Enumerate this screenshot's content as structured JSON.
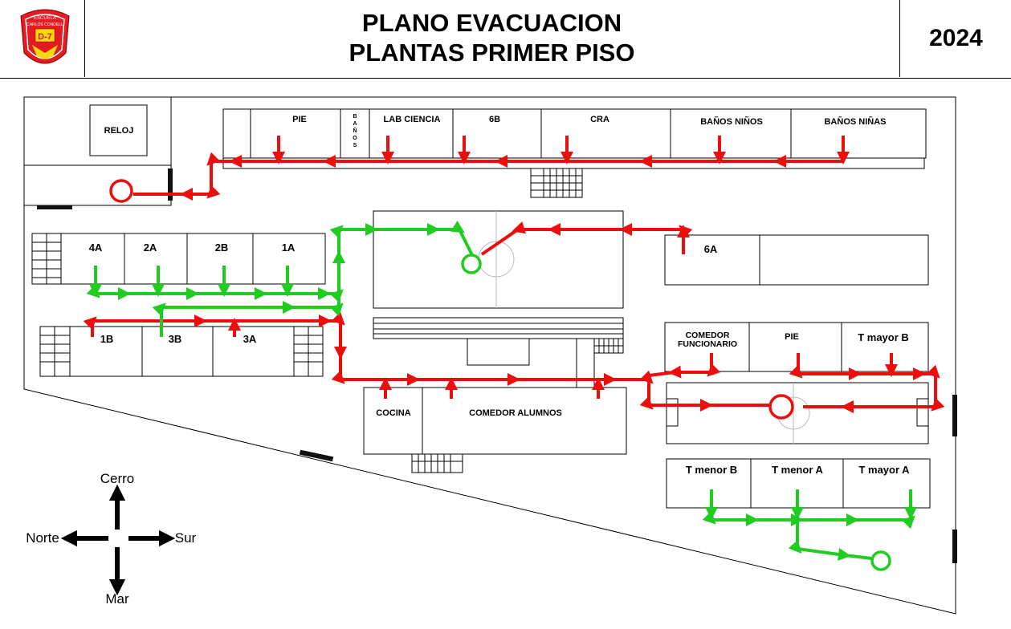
{
  "header": {
    "title_line1": "PLANO EVACUACION",
    "title_line2": "PLANTAS PRIMER PISO",
    "year": "2024",
    "logo": {
      "line1": "ESCUELA",
      "line2": "CARLOS CONDELL",
      "badge": "D-7"
    }
  },
  "rooms": {
    "reloj": "RELOJ",
    "pie_top": "PIE",
    "banos_vertical": [
      "B",
      "A",
      "Ñ",
      "O",
      "S"
    ],
    "lab_ciencia": "LAB CIENCIA",
    "r6b": "6B",
    "cra": "CRA",
    "banos_ninos": "BAÑOS NIÑOS",
    "banos_ninas": "BAÑOS NIÑAS",
    "r4a": "4A",
    "r2a": "2A",
    "r2b": "2B",
    "r1a": "1A",
    "r6a": "6A",
    "r1b": "1B",
    "r3b": "3B",
    "r3a": "3A",
    "comedor_funcionario_1": "COMEDOR",
    "comedor_funcionario_2": "FUNCIONARIO",
    "pie_mid": "PIE",
    "t_mayor_b": "T mayor B",
    "cocina": "COCINA",
    "comedor_alumnos": "COMEDOR ALUMNOS",
    "t_menor_b": "T menor B",
    "t_menor_a": "T menor A",
    "t_mayor_a": "T mayor A"
  },
  "compass": {
    "north": "Cerro",
    "west": "Norte",
    "east": "Sur",
    "south": "Mar"
  },
  "colors": {
    "route_red": "#ee0d0d",
    "route_green": "#1fcc1f",
    "logo_red": "#e31b23",
    "logo_yellow": "#f5d90a"
  }
}
